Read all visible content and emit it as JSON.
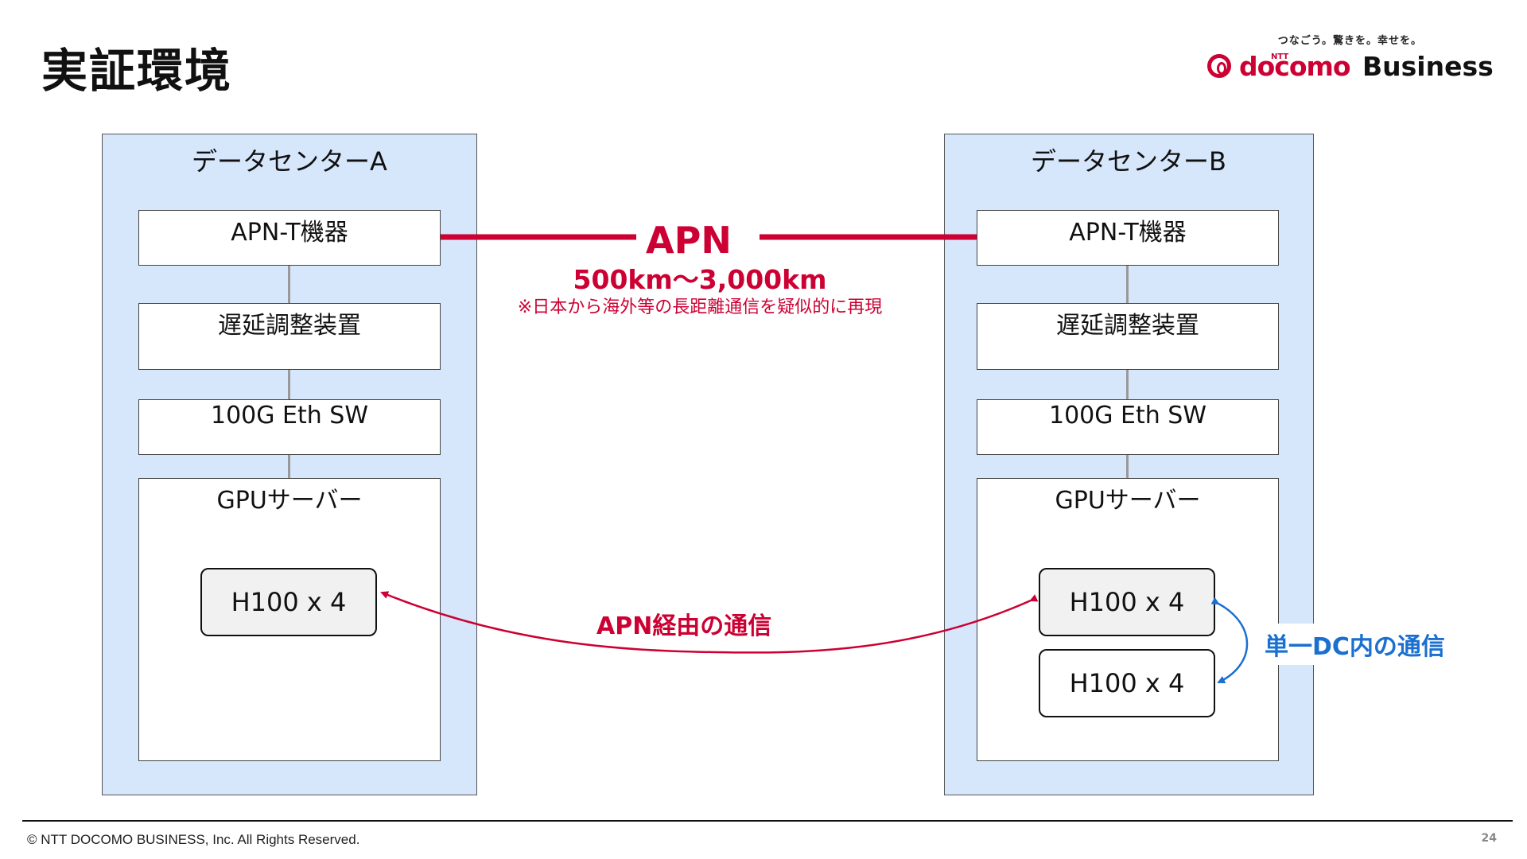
{
  "title": "実証環境",
  "logo": {
    "tagline": "つなごう。驚きを。幸せを。",
    "ntt": "NTT",
    "brand_docomo": "docomo",
    "brand_business": "Business"
  },
  "datacenter_a": {
    "label": "データセンターA",
    "apn_device": "APN-T機器",
    "delay_device": "遅延調整装置",
    "switch": "100G Eth SW",
    "gpu_server": "GPUサーバー",
    "gpu_units": [
      "H100 x 4"
    ]
  },
  "datacenter_b": {
    "label": "データセンターB",
    "apn_device": "APN-T機器",
    "delay_device": "遅延調整装置",
    "switch": "100G Eth SW",
    "gpu_server": "GPUサーバー",
    "gpu_units": [
      "H100 x 4",
      "H100 x 4"
    ]
  },
  "apn": {
    "label": "APN",
    "distance": "500km〜3,000km",
    "note": "※日本から海外等の長距離通信を疑似的に再現",
    "comm_label": "APN経由の通信"
  },
  "intra_dc": {
    "comm_label": "単一DC内の通信"
  },
  "colors": {
    "accent_red": "#cc0033",
    "accent_blue": "#1a6fd1",
    "dc_fill": "#d6e6fb"
  },
  "footer": {
    "copyright": "© NTT DOCOMO BUSINESS, Inc. All Rights Reserved.",
    "page_number": "24"
  }
}
